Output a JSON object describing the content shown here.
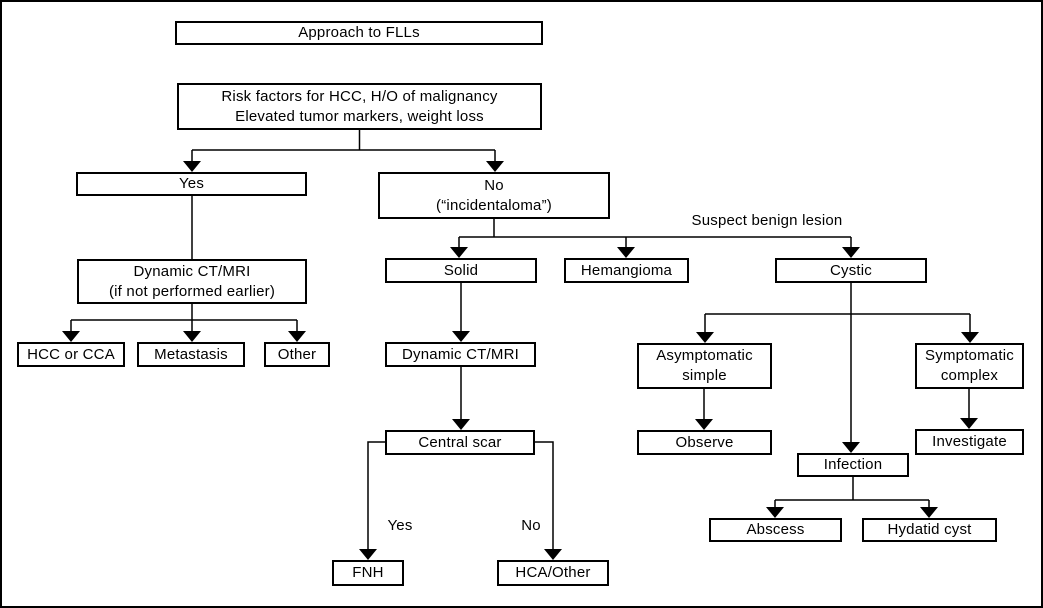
{
  "diagram": {
    "title": "Approach to FLLs",
    "colors": {
      "line": "#000000",
      "box_fill": "#ffffff",
      "text": "#000000",
      "background": "#ffffff"
    },
    "nodes": {
      "approach": [
        "Approach to FLLs"
      ],
      "risk_factors": [
        "Risk factors for HCC, H/O of malignancy",
        "Elevated tumor markers, weight loss"
      ],
      "yes": [
        "Yes"
      ],
      "no": [
        "No",
        "(“incidentaloma”)"
      ],
      "dynamic_ct_mri_1": [
        "Dynamic CT/MRI",
        "(if not performed earlier)"
      ],
      "hcc_or_cca": [
        "HCC or CCA"
      ],
      "metastasis": [
        "Metastasis"
      ],
      "other": [
        "Other"
      ],
      "solid": [
        "Solid"
      ],
      "hemangioma": [
        "Hemangioma"
      ],
      "cystic": [
        "Cystic"
      ],
      "dynamic_ct_mri_2": [
        "Dynamic CT/MRI"
      ],
      "central_scar": [
        "Central scar"
      ],
      "asymptomatic_simple": [
        "Asymptomatic",
        "simple"
      ],
      "symptomatic_complex": [
        "Symptomatic",
        "complex"
      ],
      "observe": [
        "Observe"
      ],
      "investigate": [
        "Investigate"
      ],
      "infection": [
        "Infection"
      ],
      "fnh": [
        "FNH"
      ],
      "hca_other": [
        "HCA/Other"
      ],
      "abscess": [
        "Abscess"
      ],
      "hydatid_cyst": [
        "Hydatid cyst"
      ]
    },
    "edge_labels": {
      "suspect_benign": "Suspect benign lesion",
      "central_scar_yes": "Yes",
      "central_scar_no": "No"
    }
  }
}
